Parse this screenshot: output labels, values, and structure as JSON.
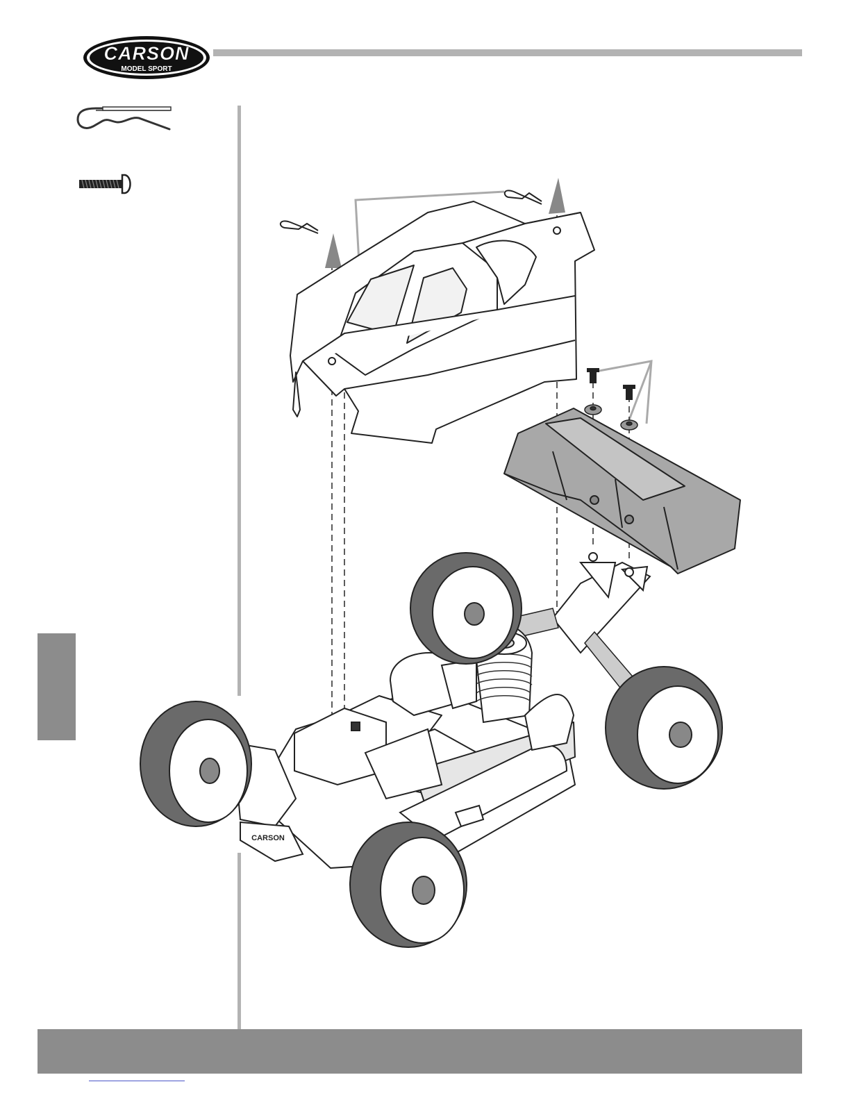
{
  "header": {
    "brand": "CARSON",
    "brand_sub": "MODEL SPORT"
  },
  "diagram": {
    "chassis_nose_logo": "CARSON",
    "parts": [
      {
        "icon": "body-clip-icon"
      },
      {
        "icon": "screw-icon"
      }
    ]
  },
  "colors": {
    "rule_gray": "#b3b3b3",
    "bar_gray": "#8c8c8c",
    "ink": "#111111",
    "link_blue": "#4a56c8"
  }
}
